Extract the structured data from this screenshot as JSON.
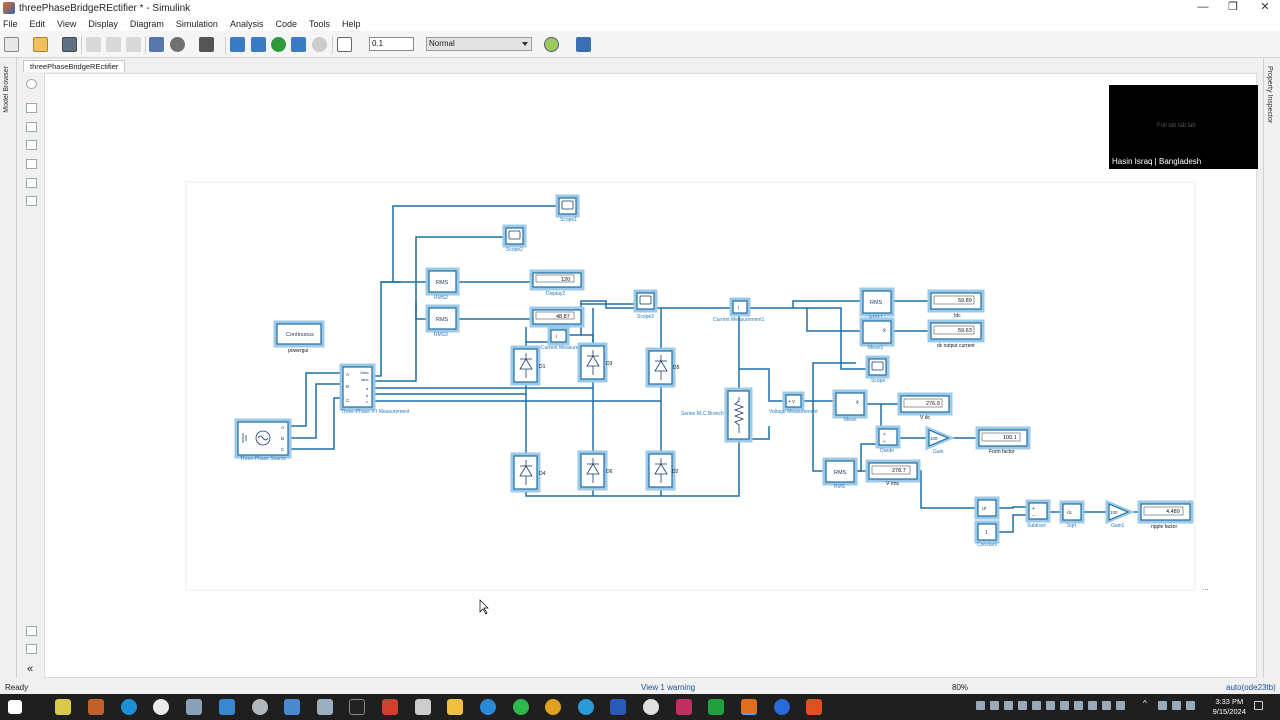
{
  "window": {
    "title": "threePhaseBridgeREctifier * - Simulink",
    "min": "—",
    "max": "❐",
    "close": "✕"
  },
  "menu": [
    "File",
    "Edit",
    "View",
    "Display",
    "Diagram",
    "Simulation",
    "Analysis",
    "Code",
    "Tools",
    "Help"
  ],
  "toolbar": {
    "stop_time": "0.1",
    "sim_mode": "Normal"
  },
  "tab": {
    "label": "threePhaseBridgeREctifier"
  },
  "side_panels": {
    "left": "Model Browser",
    "right": "Property Inspector"
  },
  "blocks": {
    "scope1": "Scope1",
    "scope2": "Scope2",
    "scope3": "Scope3",
    "scope": "Scope",
    "rms_label": "RMS",
    "rms2": "RMS2",
    "rms3": "RMS3",
    "rms1": "RMS1",
    "rms": "RMS",
    "display2_value": "120",
    "display2": "Display2",
    "display3_value": "48.87",
    "continuous": "Continuous",
    "powergui": "powergui",
    "vi_title": "Three-Phase\nV-I Measurement",
    "vi_ports": [
      "Vabc",
      "Iabc",
      "a",
      "b",
      "c"
    ],
    "vi_in": [
      "A",
      "B",
      "C"
    ],
    "source": "Three-Phase Source",
    "source_ports": [
      "A",
      "B",
      "C"
    ],
    "current_measurement": "Current Measurement",
    "current_measurement2": "Current Measurement1",
    "d1": "D1",
    "d2": "D2",
    "d3": "D3",
    "d4": "D4",
    "d5": "D5",
    "d6": "D6",
    "series_rlc": "Series RLC Branch",
    "voltage_measurement": "Voltage Measurement",
    "idc_value": "59.89",
    "idc": "Idc",
    "dc_current_value": "59.63",
    "dc_current": "dc output current",
    "mean1": "Mean1",
    "mean": "Mean",
    "mean_symbol": "x̄",
    "vdc_value": "276.9",
    "vdc": "V dc",
    "divide": "Divide",
    "gain_value": "100",
    "gain": "Gain",
    "form_factor_value": "100.1",
    "form_factor": "Form factor",
    "vrms_value": "278.7",
    "vrms": "V rms",
    "square_symbol": "u²",
    "constant_value": "1",
    "constant": "Constant",
    "subtract": "Subtract",
    "sqrt_symbol": "√u",
    "sqrt": "Sqrt",
    "gain1_value": "100",
    "gain1": "Gain1",
    "ripple_value": "4.489",
    "ripple": "ripple factor",
    "ellipsis": "..."
  },
  "webcam": {
    "name": "Hasin Israq | Bangladesh",
    "ghost": "Full lab lab lab"
  },
  "status": {
    "left": "Ready",
    "center": "View 1 warning",
    "zoom": "80%",
    "solver": "auto(ode23tb)"
  },
  "taskbar": {
    "time": "3:33 PM",
    "date": "9/15/2024"
  },
  "colors": {
    "block_border": "#1f6fa3",
    "line": "#1f6fa3",
    "highlight": "#9cc9e8"
  }
}
